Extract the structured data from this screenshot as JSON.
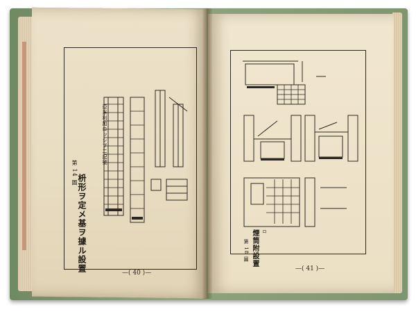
{
  "book": {
    "left_page": {
      "figure_label": "第 14 圖",
      "caption": "枡形ヲ定メ基ヲ據ル設置",
      "sub_caption": "亞米利加ロッシブ二記號",
      "page_number": "—( 40 )—"
    },
    "right_page": {
      "figure_label": "第 18 圖",
      "caption": "煙筒附設置",
      "sub_caption": "ロ",
      "page_number": "—( 41 )—"
    }
  },
  "colors": {
    "cover": "#7e9670",
    "paper": "#ebdfc4",
    "ink": "#2c2620"
  }
}
